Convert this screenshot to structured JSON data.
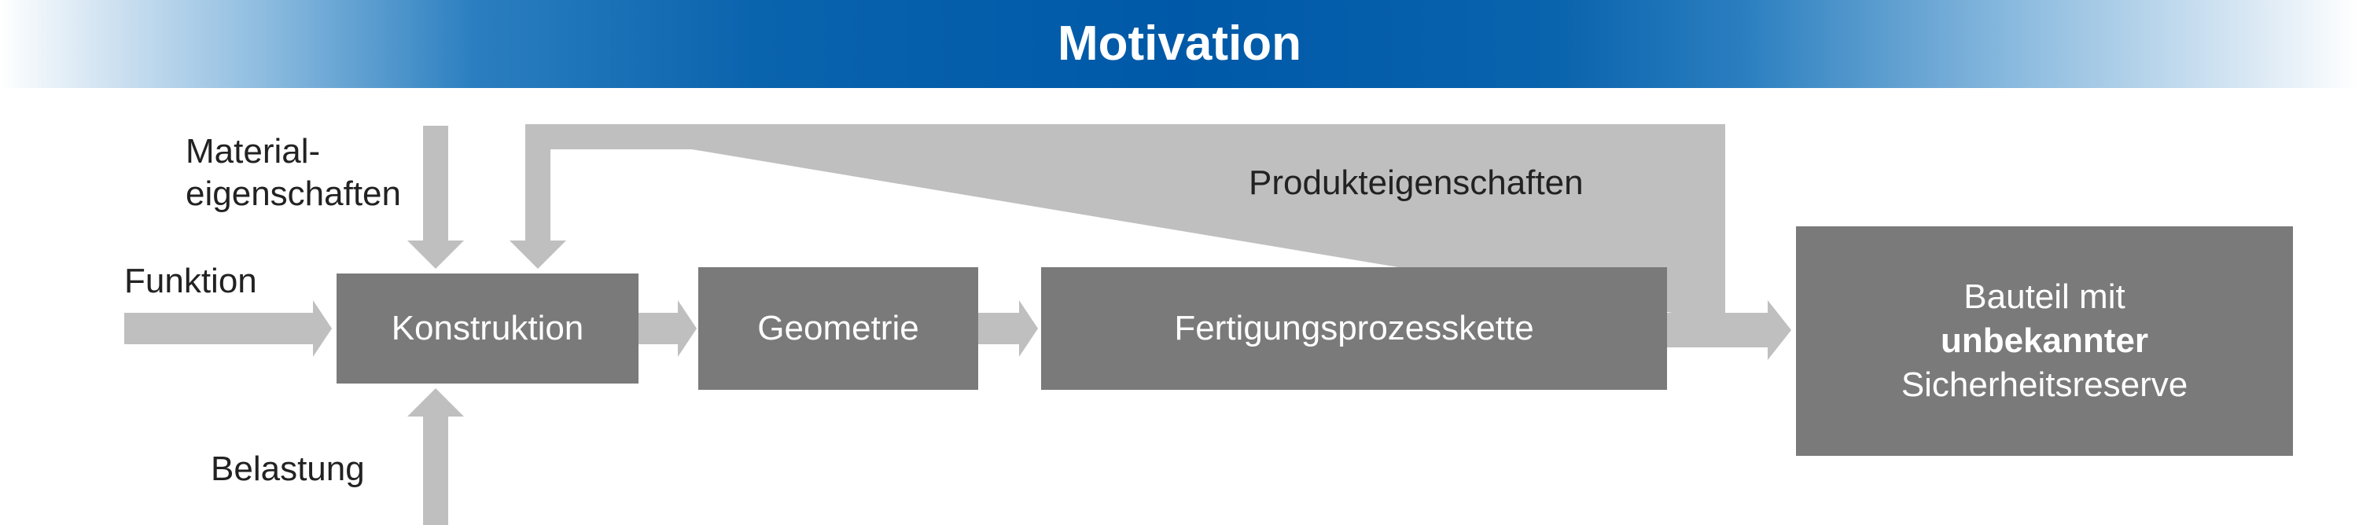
{
  "banner": {
    "title": "Motivation"
  },
  "inputs": {
    "material_line1": "Material-",
    "material_line2": "eigenschaften",
    "function": "Funktion",
    "load": "Belastung",
    "feedback": "Produkteigenschaften"
  },
  "process": {
    "design": "Konstruktion",
    "geometry": "Geometrie",
    "manufacturing": "Fertigungsprozesskette"
  },
  "result": {
    "line1": "Bauteil mit",
    "line2": "unbekannter",
    "line3": "Sicherheitsreserve"
  },
  "colors": {
    "box": "#7a7a7a",
    "arrow": "#bfbfbf",
    "banner": "#0059a8"
  }
}
